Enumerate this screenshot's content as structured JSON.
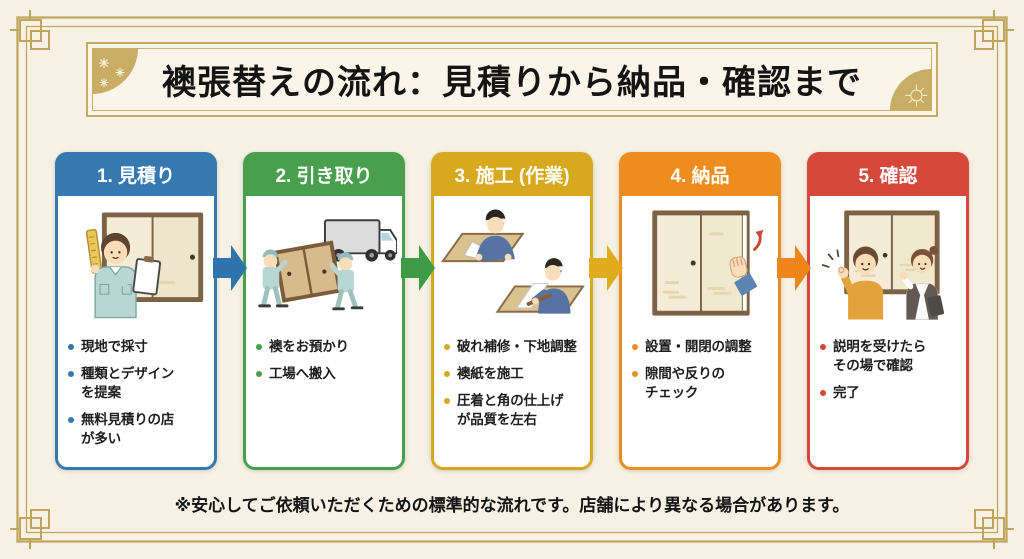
{
  "title": "襖張替えの流れ：見積りから納品・確認まで",
  "footnote": "※安心してご依頼いただくための標準的な流れです。店舗により異なる場合があります。",
  "colors": {
    "background": "#f6f1e4",
    "frame_gold": "#bfa45c",
    "card_background": "#ffffff",
    "header_text": "#ffffff",
    "body_text": "#1d1d1d",
    "step1_blue": "#3678b0",
    "step2_green": "#4a9f4e",
    "step3_yellow": "#d8a81f",
    "step4_orange": "#ee8c1e",
    "step5_red": "#d5483a"
  },
  "steps": [
    {
      "label": "1. 見積り",
      "color": "#3678b0",
      "illustration": "worker-measuring-fusuma",
      "bullets": [
        "現地で採寸",
        "種類とデザイン\nを提案",
        "無料見積りの店\nが多い"
      ]
    },
    {
      "label": "2. 引き取り",
      "color": "#4a9f4e",
      "illustration": "workers-carrying-fusuma-to-truck",
      "bullets": [
        "襖をお預かり",
        "工場へ搬入"
      ]
    },
    {
      "label": "3. 施工 (作業)",
      "color": "#d8a81f",
      "illustration": "craftsmen-repapering-fusuma",
      "bullets": [
        "破れ補修・下地調整",
        "襖紙を施工",
        "圧着と角の仕上げ\nが品質を左右"
      ]
    },
    {
      "label": "4. 納品",
      "color": "#ee8c1e",
      "illustration": "installed-fusuma-sliding-check",
      "bullets": [
        "設置・開閉の調整",
        "隙間や反りの\nチェック"
      ]
    },
    {
      "label": "5. 確認",
      "color": "#d5483a",
      "illustration": "customer-and-staff-confirming",
      "bullets": [
        "説明を受けたら\nその場で確認",
        "完了"
      ]
    }
  ],
  "arrows": [
    {
      "name": "arrow-step1-to-step2",
      "color": "#2e73ae"
    },
    {
      "name": "arrow-step2-to-step3",
      "color": "#3f9a45"
    },
    {
      "name": "arrow-step3-to-step4",
      "color": "#e0ab1e"
    },
    {
      "name": "arrow-step4-to-step5",
      "color": "#ee861c"
    }
  ]
}
